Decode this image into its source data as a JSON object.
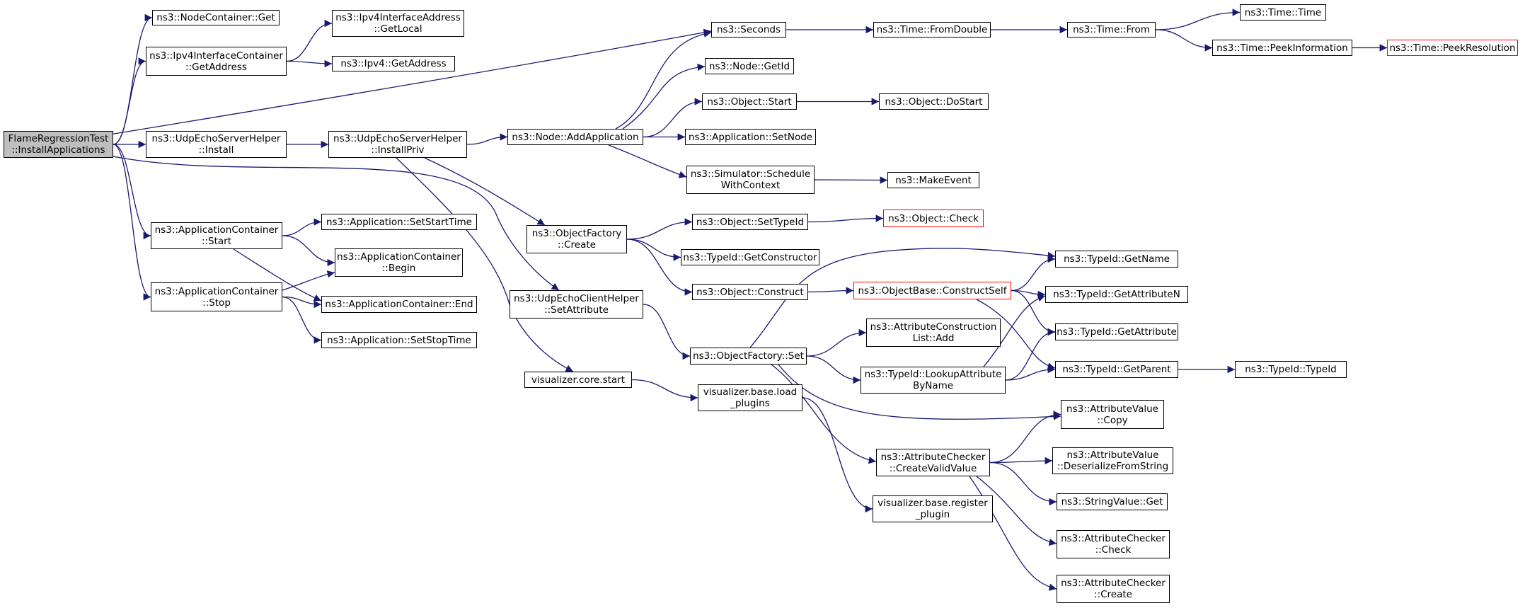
{
  "colors": {
    "edge": "#191970",
    "node_border": "#000000",
    "root_fill": "#bfbfbf",
    "truncated_border": "#ff0000"
  },
  "nodes": [
    {
      "id": "root",
      "lines": [
        "FlameRegressionTest",
        "::InstallApplications"
      ],
      "root": true
    },
    {
      "id": "nc_get",
      "lines": [
        "ns3::NodeContainer::Get"
      ]
    },
    {
      "id": "ipv4ic_getaddr",
      "lines": [
        "ns3::Ipv4InterfaceContainer",
        "::GetAddress"
      ]
    },
    {
      "id": "ipv4ia_getlocal",
      "lines": [
        "ns3::Ipv4InterfaceAddress",
        "::GetLocal"
      ]
    },
    {
      "id": "ipv4_getaddr",
      "lines": [
        "ns3::Ipv4::GetAddress"
      ]
    },
    {
      "id": "seconds",
      "lines": [
        "ns3::Seconds"
      ]
    },
    {
      "id": "time_fromdouble",
      "lines": [
        "ns3::Time::FromDouble"
      ]
    },
    {
      "id": "time_from",
      "lines": [
        "ns3::Time::From"
      ]
    },
    {
      "id": "time_time",
      "lines": [
        "ns3::Time::Time"
      ]
    },
    {
      "id": "time_peekinfo",
      "lines": [
        "ns3::Time::PeekInformation"
      ]
    },
    {
      "id": "time_peekres",
      "lines": [
        "ns3::Time::PeekResolution"
      ],
      "truncated": true
    },
    {
      "id": "node_getid",
      "lines": [
        "ns3::Node::GetId"
      ]
    },
    {
      "id": "object_start",
      "lines": [
        "ns3::Object::Start"
      ]
    },
    {
      "id": "object_dostart",
      "lines": [
        "ns3::Object::DoStart"
      ]
    },
    {
      "id": "ueshelper_install",
      "lines": [
        "ns3::UdpEchoServerHelper",
        "::Install"
      ]
    },
    {
      "id": "ueshelper_installpriv",
      "lines": [
        "ns3::UdpEchoServerHelper",
        "::InstallPriv"
      ]
    },
    {
      "id": "node_addapp",
      "lines": [
        "ns3::Node::AddApplication"
      ]
    },
    {
      "id": "app_setnode",
      "lines": [
        "ns3::Application::SetNode"
      ]
    },
    {
      "id": "sim_schedule",
      "lines": [
        "ns3::Simulator::Schedule",
        "WithContext"
      ]
    },
    {
      "id": "makeevent",
      "lines": [
        "ns3::MakeEvent"
      ]
    },
    {
      "id": "objfactory_create",
      "lines": [
        "ns3::ObjectFactory",
        "::Create"
      ]
    },
    {
      "id": "object_settypeid",
      "lines": [
        "ns3::Object::SetTypeId"
      ]
    },
    {
      "id": "object_check",
      "lines": [
        "ns3::Object::Check"
      ],
      "truncated": true
    },
    {
      "id": "typeid_getctor",
      "lines": [
        "ns3::TypeId::GetConstructor"
      ]
    },
    {
      "id": "object_construct",
      "lines": [
        "ns3::Object::Construct"
      ]
    },
    {
      "id": "objbase_constructself",
      "lines": [
        "ns3::ObjectBase::ConstructSelf"
      ],
      "truncated": true
    },
    {
      "id": "typeid_getname",
      "lines": [
        "ns3::TypeId::GetName"
      ]
    },
    {
      "id": "typeid_getattrn",
      "lines": [
        "ns3::TypeId::GetAttributeN"
      ]
    },
    {
      "id": "typeid_getattr",
      "lines": [
        "ns3::TypeId::GetAttribute"
      ]
    },
    {
      "id": "typeid_getparent",
      "lines": [
        "ns3::TypeId::GetParent"
      ]
    },
    {
      "id": "typeid_typeid",
      "lines": [
        "ns3::TypeId::TypeId"
      ]
    },
    {
      "id": "appc_start",
      "lines": [
        "ns3::ApplicationContainer",
        "::Start"
      ]
    },
    {
      "id": "appc_stop",
      "lines": [
        "ns3::ApplicationContainer",
        "::Stop"
      ]
    },
    {
      "id": "app_setstarttime",
      "lines": [
        "ns3::Application::SetStartTime"
      ]
    },
    {
      "id": "appc_begin",
      "lines": [
        "ns3::ApplicationContainer",
        "::Begin"
      ]
    },
    {
      "id": "appc_end",
      "lines": [
        "ns3::ApplicationContainer::End"
      ]
    },
    {
      "id": "app_setstoptime",
      "lines": [
        "ns3::Application::SetStopTime"
      ]
    },
    {
      "id": "uechelper_setattr",
      "lines": [
        "ns3::UdpEchoClientHelper",
        "::SetAttribute"
      ]
    },
    {
      "id": "objfactory_set",
      "lines": [
        "ns3::ObjectFactory::Set"
      ]
    },
    {
      "id": "attrconstlist_add",
      "lines": [
        "ns3::AttributeConstruction",
        "List::Add"
      ]
    },
    {
      "id": "typeid_lookupattr",
      "lines": [
        "ns3::TypeId::LookupAttribute",
        "ByName"
      ]
    },
    {
      "id": "attrvalue_copy",
      "lines": [
        "ns3::AttributeValue",
        "::Copy"
      ]
    },
    {
      "id": "attrchecker_createvalid",
      "lines": [
        "ns3::AttributeChecker",
        "::CreateValidValue"
      ]
    },
    {
      "id": "attrvalue_deserialize",
      "lines": [
        "ns3::AttributeValue",
        "::DeserializeFromString"
      ]
    },
    {
      "id": "stringvalue_get",
      "lines": [
        "ns3::StringValue::Get"
      ]
    },
    {
      "id": "attrchecker_check",
      "lines": [
        "ns3::AttributeChecker",
        "::Check"
      ]
    },
    {
      "id": "attrchecker_create",
      "lines": [
        "ns3::AttributeChecker",
        "::Create"
      ]
    },
    {
      "id": "viz_core_start",
      "lines": [
        "visualizer.core.start"
      ]
    },
    {
      "id": "viz_base_load",
      "lines": [
        "visualizer.base.load",
        "_plugins"
      ]
    },
    {
      "id": "viz_base_register",
      "lines": [
        "visualizer.base.register",
        "_plugin"
      ]
    }
  ]
}
